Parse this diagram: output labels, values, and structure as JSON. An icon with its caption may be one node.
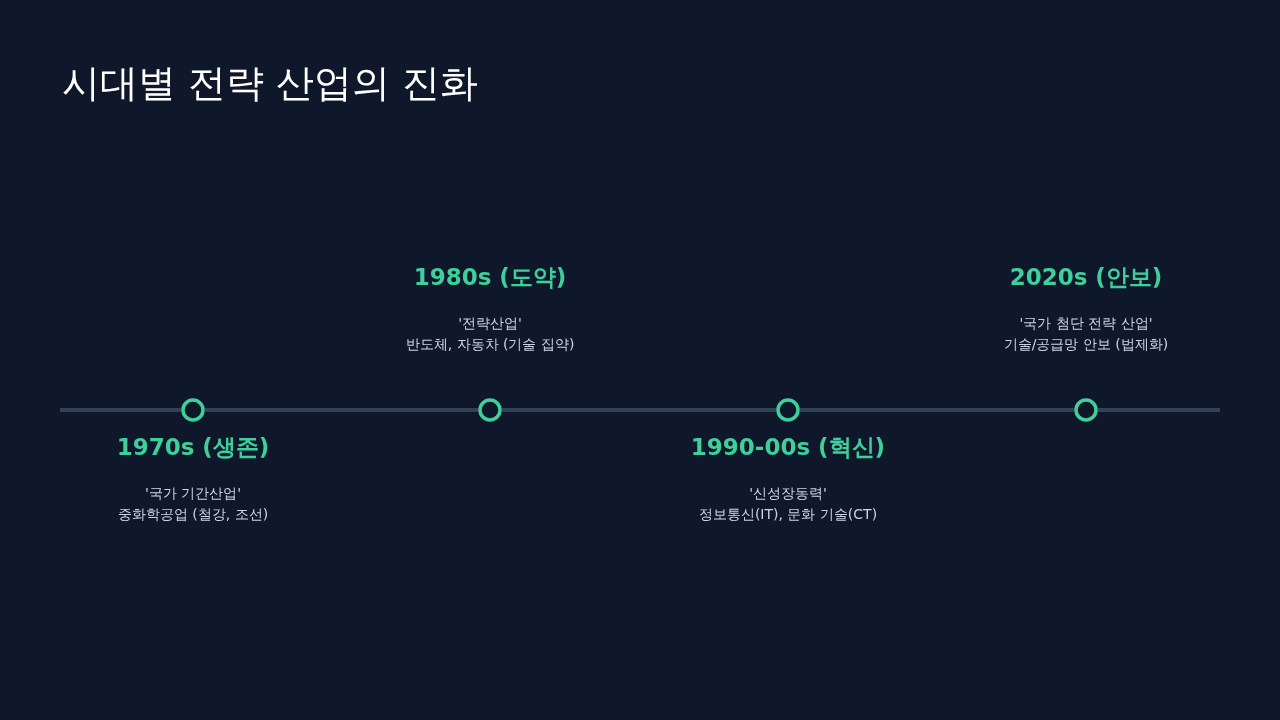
{
  "diagram": {
    "title": "시대별 전략 산업의 진화",
    "nodes": [
      {
        "text": [],
        "shape": "circle"
      },
      {
        "text": [],
        "shape": "circle"
      },
      {
        "text": [],
        "shape": "circle"
      },
      {
        "text": [],
        "shape": "circle"
      },
      {
        "text": [
          "1970s (생존)",
          "'국가 기간산업'",
          "중화학공업 (철강, 조선)"
        ]
      },
      {
        "text": [
          "1980s (도약)",
          "'전략산업'",
          "반도체, 자동차 (기술 집약)"
        ]
      },
      {
        "text": [
          "1990-00s (혁신)",
          "'신성장동력'",
          "정보통신(IT), 문화 기술(CT)"
        ]
      },
      {
        "text": [
          "2020s (안보)",
          "'국가 첨단 전략 산업'",
          "기술/공급망 안보 (법제화)"
        ]
      }
    ],
    "edges": [
      {
        "from": 0,
        "to": 1,
        "arrow": "none"
      },
      {
        "from": 1,
        "to": 2,
        "arrow": "none"
      },
      {
        "from": 2,
        "to": 3,
        "arrow": "none"
      }
    ]
  }
}
